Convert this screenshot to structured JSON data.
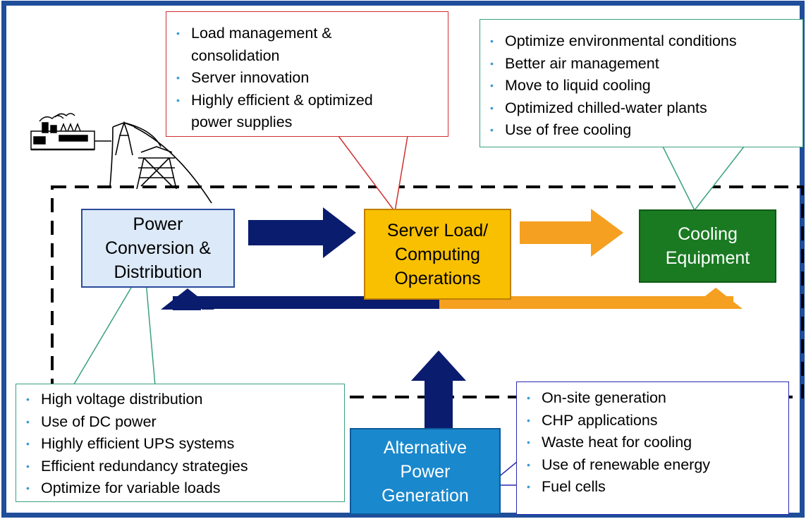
{
  "colors": {
    "frame": "#1f4e9a",
    "dashed": "#000000",
    "navy_arrow": "#0a1c6e",
    "orange_arrow": "#f5a020",
    "power_box_fill": "#dce9f8",
    "power_box_border": "#2a4a9a",
    "server_box_fill": "#f8c000",
    "server_box_border": "#c08000",
    "cooling_box_fill": "#1a7a22",
    "alt_box_fill": "#1a88cc",
    "bullet": "#3a9ad8"
  },
  "icons": {
    "power_plant": "power-plant-icon",
    "transmission_tower": "transmission-tower-icon"
  },
  "boxes": {
    "power": {
      "lines": [
        "Power",
        "Conversion &",
        "Distribution"
      ]
    },
    "server": {
      "lines": [
        "Server Load/",
        "Computing",
        "Operations"
      ]
    },
    "cooling": {
      "lines": [
        "Cooling",
        "Equipment"
      ]
    },
    "alternative": {
      "lines": [
        "Alternative",
        "Power",
        "Generation"
      ]
    }
  },
  "callouts": {
    "server": {
      "bullet": "•",
      "border": "#d03030",
      "items": [
        "Load management &",
        "consolidation",
        "Server innovation",
        "Highly efficient & optimized",
        "power supplies"
      ],
      "bulleted": [
        true,
        false,
        true,
        true,
        false
      ]
    },
    "cooling": {
      "bullet": "•",
      "border": "#3aa080",
      "items": [
        "Optimize environmental conditions",
        "Better air management",
        "Move to liquid cooling",
        "Optimized chilled-water plants",
        "Use of free cooling"
      ],
      "bulleted": [
        true,
        true,
        true,
        true,
        true
      ]
    },
    "power": {
      "bullet": "•",
      "border": "#3aa080",
      "items": [
        "High voltage distribution",
        "Use of DC power",
        "Highly efficient UPS systems",
        "Efficient redundancy strategies",
        "Optimize for variable loads"
      ],
      "bulleted": [
        true,
        true,
        true,
        true,
        true
      ]
    },
    "alternative": {
      "bullet": "•",
      "border": "#2a2ab0",
      "items": [
        "On-site generation",
        "CHP applications",
        "Waste heat for cooling",
        "Use of renewable energy",
        "Fuel cells"
      ],
      "bulleted": [
        true,
        true,
        true,
        true,
        true
      ]
    }
  }
}
